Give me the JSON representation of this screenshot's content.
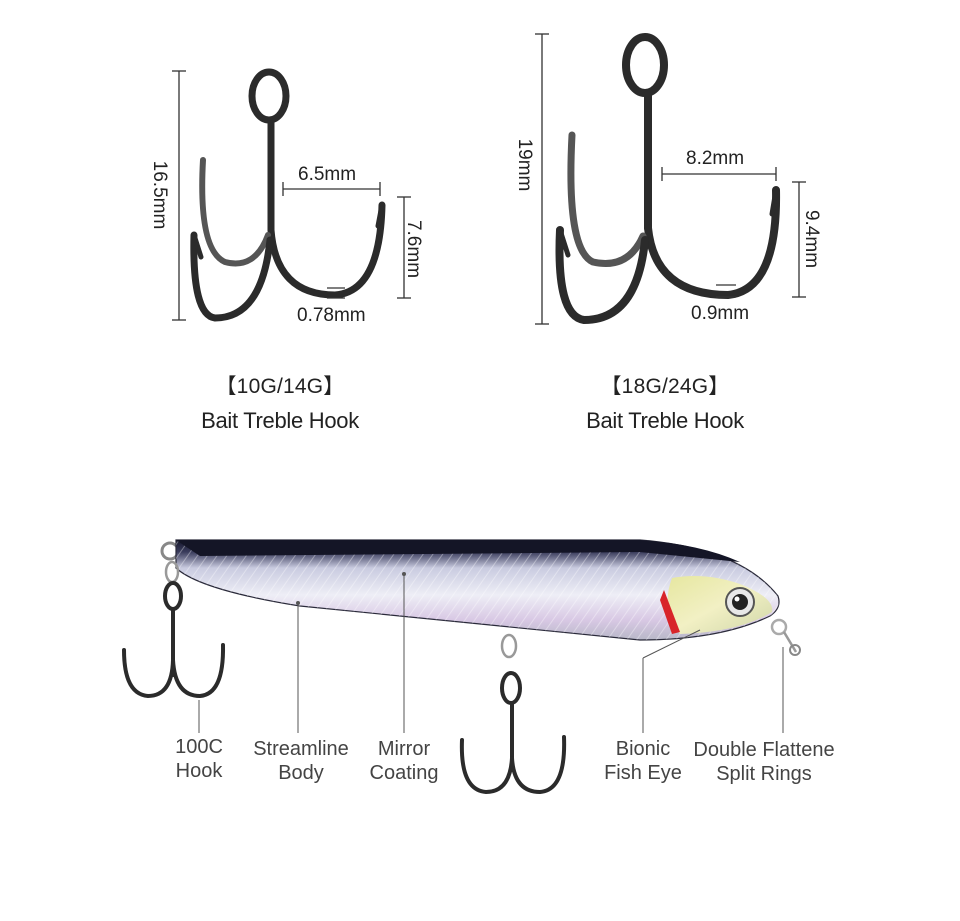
{
  "hooks": [
    {
      "model": "【10G/14G】",
      "name": "Bait Treble Hook",
      "dims": {
        "height": "16.5mm",
        "gap": "6.5mm",
        "depth": "7.6mm",
        "wire": "0.78mm"
      }
    },
    {
      "model": "【18G/24G】",
      "name": "Bait Treble Hook",
      "dims": {
        "height": "19mm",
        "gap": "8.2mm",
        "depth": "9.4mm",
        "wire": "0.9mm"
      }
    }
  ],
  "features": [
    {
      "line1": "100C",
      "line2": "Hook"
    },
    {
      "line1": "Streamline",
      "line2": "Body"
    },
    {
      "line1": "Mirror",
      "line2": "Coating"
    },
    {
      "line1": "Bionic",
      "line2": "Fish Eye"
    },
    {
      "line1": "Double Flattene",
      "line2": "Split Rings"
    }
  ],
  "colors": {
    "hook_metal": "#2b2b2b",
    "lure_back": "#1c1e2e",
    "lure_belly": "#dcdce8",
    "dim_line": "#333333"
  }
}
